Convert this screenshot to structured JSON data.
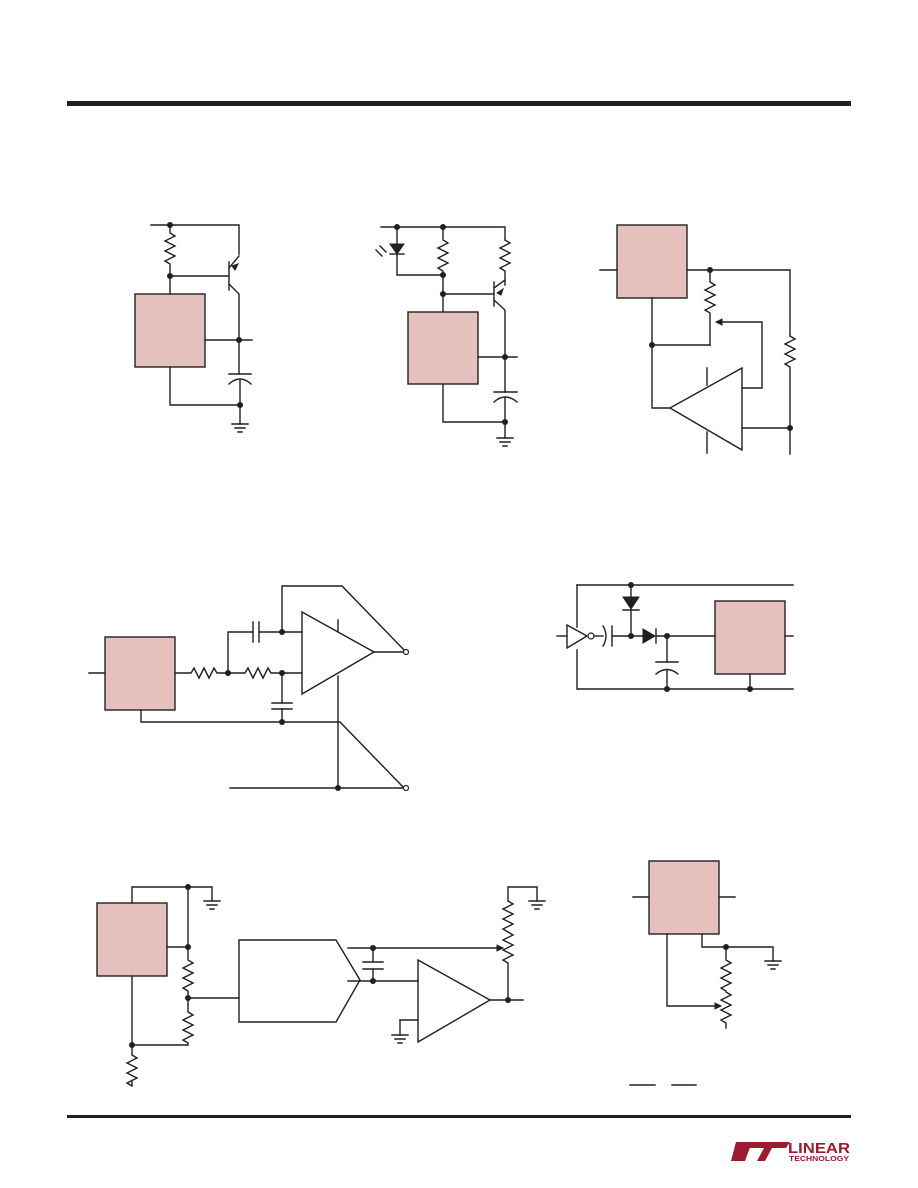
{
  "logo": {
    "name": "LINEAR",
    "sub": "TECHNOLOGY"
  },
  "colors": {
    "ink": "#231f20",
    "ic_fill": "#e4c1bd",
    "logo": "#9b1b30"
  },
  "icons": [
    "linear-technology-logo"
  ]
}
